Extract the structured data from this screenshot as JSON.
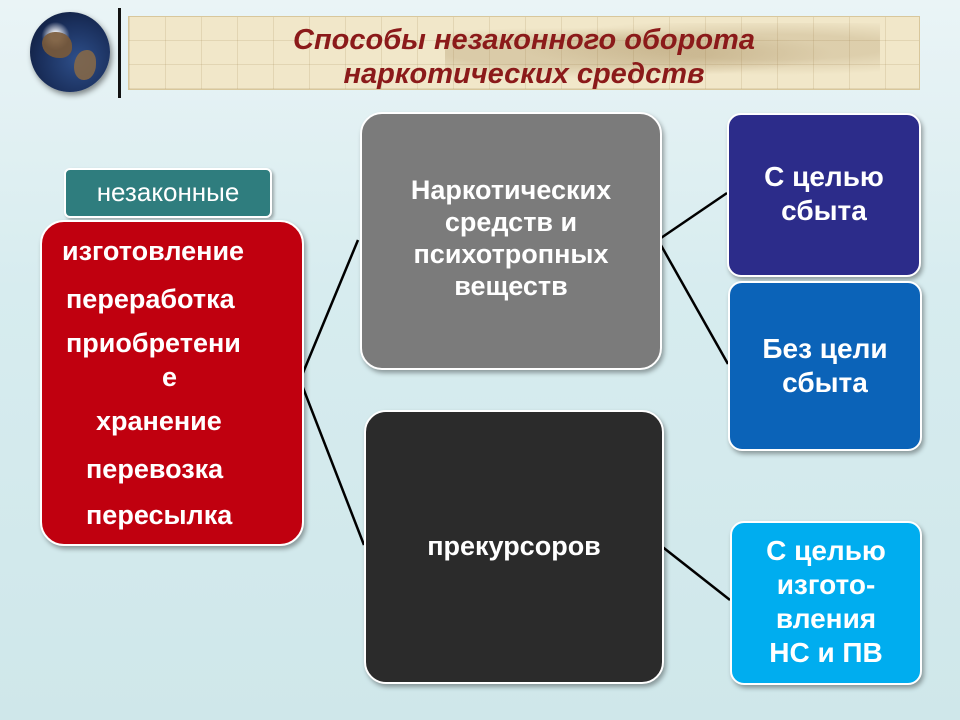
{
  "header": {
    "title_line1": "Способы незаконного оборота",
    "title_line2": "наркотических средств"
  },
  "left": {
    "tag": "незаконные",
    "actions": [
      "изготовление",
      "переработка",
      "приобретени",
      "е",
      "хранение",
      "перевозка",
      "пересылка"
    ]
  },
  "middle": {
    "top_lines": [
      "Наркотических",
      "средств и",
      "психотропных",
      "веществ"
    ],
    "bottom": "прекурсоров"
  },
  "right": {
    "purple_lines": [
      "С целью",
      "сбыта"
    ],
    "blue_lines": [
      "Без цели",
      "сбыта"
    ],
    "cyan_lines": [
      "С целью",
      "изгото-",
      "вления",
      "НС и ПВ"
    ]
  },
  "colors": {
    "title": "#8b1a1a",
    "tag": "#2f7d7e",
    "red": "#c0000f",
    "gray": "#7b7b7b",
    "dark": "#2b2b2b",
    "purple": "#2c2c8a",
    "blue": "#0b63b8",
    "cyan": "#00adef"
  }
}
